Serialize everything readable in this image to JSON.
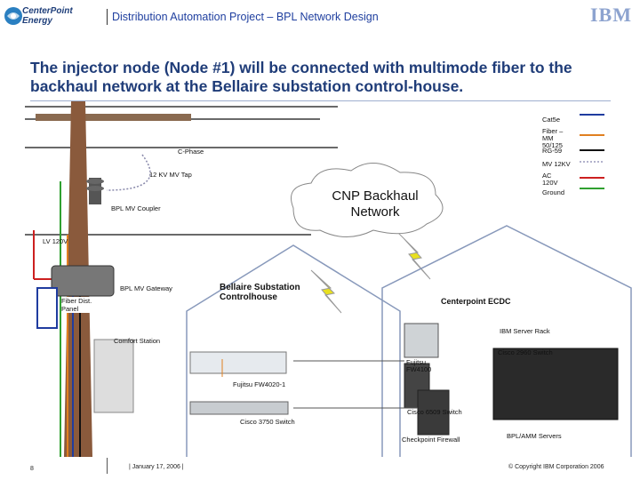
{
  "header": {
    "logo_text_line1": "CenterPoint",
    "logo_text_line2": "Energy",
    "title": "Distribution Automation Project – BPL Network Design",
    "ibm_logo": "IBM",
    "ibm_logo_color": "#8da3cf"
  },
  "headline": "The injector node (Node #1) will be connected with multimode fiber to the backhaul network at the Bellaire substation control-house.",
  "diagram": {
    "legend": [
      {
        "label": "Cat5e",
        "color": "#1f3c9f",
        "style": "solid"
      },
      {
        "label": "Fiber – MM 50/125",
        "color": "#e08020",
        "style": "solid"
      },
      {
        "label": "RG-59",
        "color": "#111111",
        "style": "solid"
      },
      {
        "label": "MV 12KV",
        "color": "#9999bb",
        "style": "dotted"
      },
      {
        "label": "AC 120V",
        "color": "#cc2020",
        "style": "solid"
      },
      {
        "label": "Ground",
        "color": "#30a030",
        "style": "solid"
      }
    ],
    "labels": {
      "c_phase": "C-Phase",
      "mv_tap": "12 KV MV Tap",
      "bpl_mv_coupler": "BPL MV Coupler",
      "lv_120v": "LV 120V",
      "bpl_mv_gateway": "BPL MV Gateway",
      "fiber_dist_panel": "Fiber Dist. Panel",
      "comfort_station": "Comfort Station",
      "bellaire_substation": "Bellaire Substation Controlhouse",
      "cnp_backhaul": "CNP Backhaul Network",
      "centerpoint_ecdc": "Centerpoint ECDC",
      "ibm_server_rack": "IBM Server Rack",
      "cisco_2960": "Cisco 2960 Switch",
      "fujitsu_fw4100": "Fujitsu FW4100",
      "fujitsu_fw4020": "Fujitsu FW4020-1",
      "cisco_3750": "Cisco 3750 Switch",
      "cisco_6509": "Cisco 6509 Switch",
      "checkpoint_firewall": "Checkpoint Firewall",
      "bpl_amm_servers": "BPL/AMM   Servers"
    }
  },
  "footer": {
    "page_number": "8",
    "date": "|  January 17, 2006  |",
    "copyright": "© Copyright IBM Corporation 2006"
  }
}
